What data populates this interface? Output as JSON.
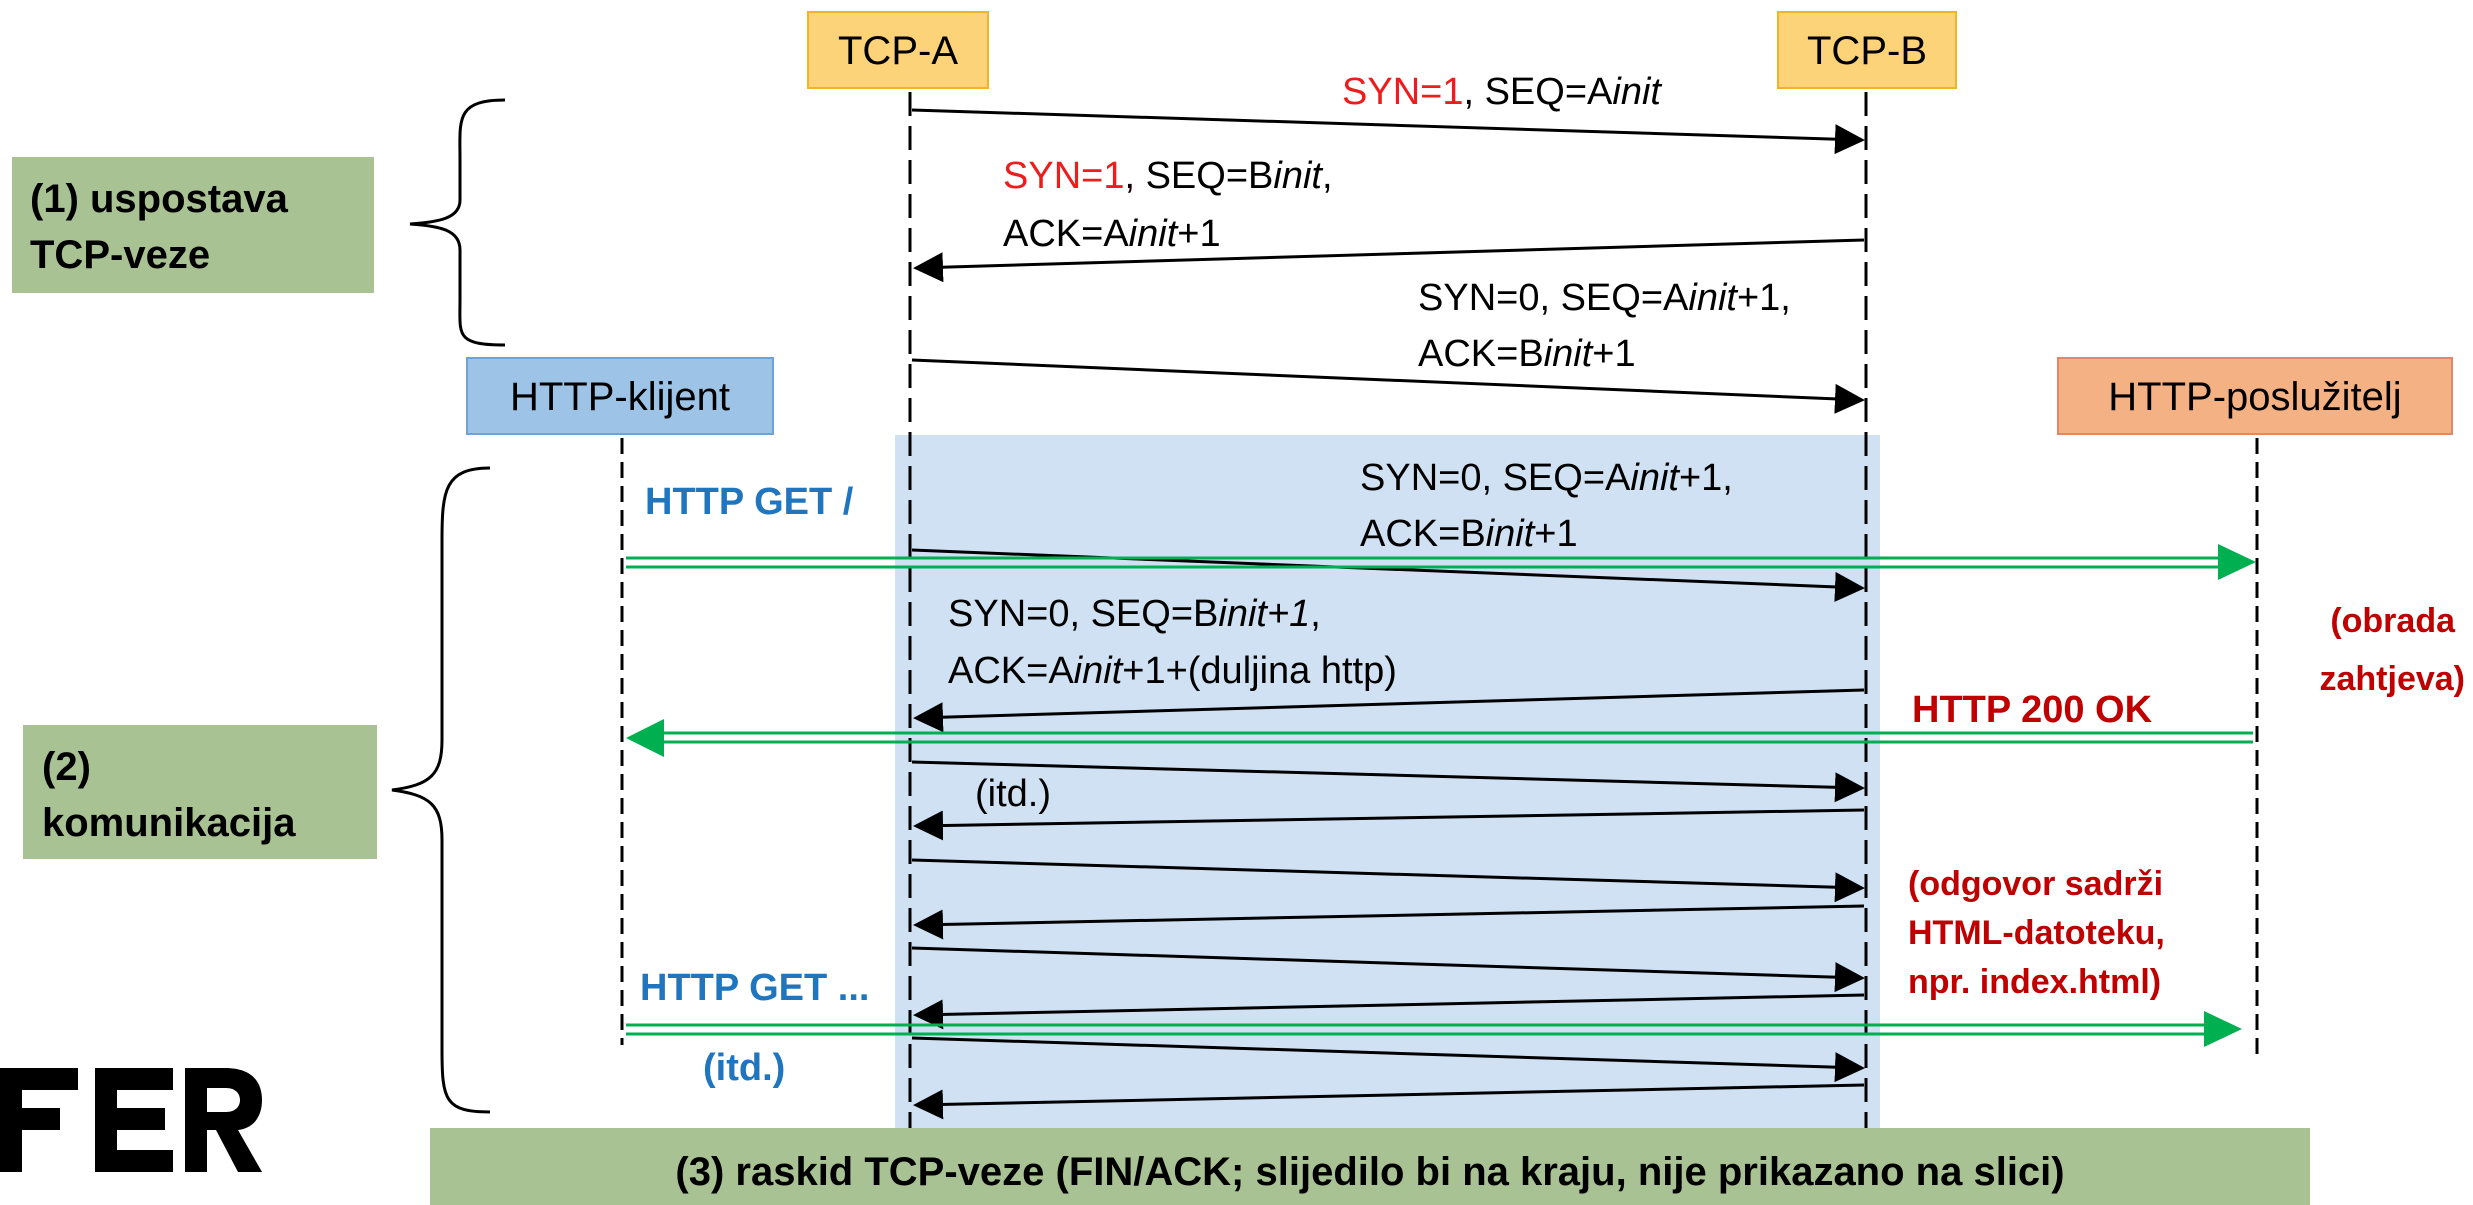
{
  "hosts": {
    "tcp_a": "TCP-A",
    "tcp_b": "TCP-B",
    "http_client": "HTTP-klijent",
    "http_server": "HTTP-poslužitelj"
  },
  "phases": {
    "p1_line1": "(1) uspostava",
    "p1_line2": "TCP-veze",
    "p2_line1": "(2)",
    "p2_line2": "komunikacija",
    "p3": "(3) raskid TCP-veze (FIN/ACK; slijedilo bi na kraju, nije prikazano na slici)"
  },
  "messages": {
    "m1_syn": "SYN=1",
    "m1_rest_a": ", SEQ=A",
    "m1_rest_b": "init",
    "m2_syn": "SYN=1",
    "m2_rest_a": ", SEQ=B",
    "m2_rest_b": "init",
    "m2_rest_c": ",",
    "m2_l2_a": "ACK=A",
    "m2_l2_b": "init",
    "m2_l2_c": "+1",
    "m3_l1_a": "SYN=0, SEQ=A",
    "m3_l1_b": "init",
    "m3_l1_c": "+1,",
    "m3_l2_a": "ACK=B",
    "m3_l2_b": "init",
    "m3_l2_c": "+1",
    "m4_l1_a": "SYN=0, SEQ=A",
    "m4_l1_b": "init",
    "m4_l1_c": "+1,",
    "m4_l2_a": "ACK=B",
    "m4_l2_b": "init",
    "m4_l2_c": "+1",
    "m5_l1_a": "SYN=0, SEQ=B",
    "m5_l1_b": "init+1",
    "m5_l1_c": ",",
    "m5_l2_a": "ACK=A",
    "m5_l2_b": "init",
    "m5_l2_c": "+1+(duljina http)",
    "itd_small": "(itd.)"
  },
  "http": {
    "get1": "HTTP GET /",
    "ok": "HTTP 200 OK",
    "get2": "HTTP GET ...",
    "itd": "(itd.)",
    "processing_l1": "(obrada",
    "processing_l2": "zahtjeva)",
    "resp_note_l1": "(odgovor sadrži",
    "resp_note_l2": "HTML-datoteku,",
    "resp_note_l3": "npr. index.html)"
  },
  "logo": "FER",
  "colors": {
    "tcp_box": "#fdd379",
    "client_box": "#9dc3e6",
    "server_box": "#f4b183",
    "phase_box": "#a9c294",
    "tcp_region": "#cfe1f2",
    "http_arrow": "#00b050",
    "red_text": "#c00000",
    "syn_red": "#ee1c1c",
    "http_blue": "#1f75be"
  }
}
